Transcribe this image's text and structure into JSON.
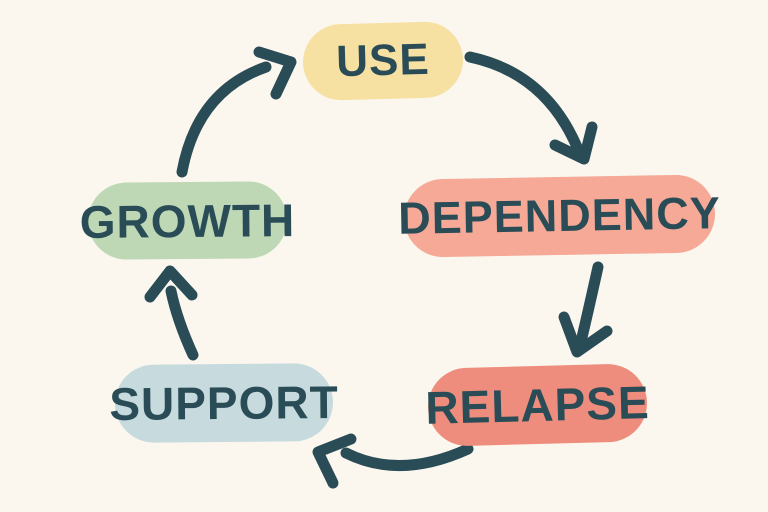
{
  "diagram": {
    "title": "cycle-of-use-diagram",
    "background": "#FBF7EF",
    "ink_color": "#2A4C56",
    "nodes": [
      {
        "id": "use",
        "label": "USE",
        "color": "#F6E1A2"
      },
      {
        "id": "dependency",
        "label": "DEPENDENCY",
        "color": "#F5A996"
      },
      {
        "id": "relapse",
        "label": "RELAPSE",
        "color": "#EE8C7D"
      },
      {
        "id": "support",
        "label": "SUPPORT",
        "color": "#C7DBDE"
      },
      {
        "id": "growth",
        "label": "GROWTH",
        "color": "#BED8B5"
      }
    ],
    "edges": [
      {
        "from": "use",
        "to": "dependency"
      },
      {
        "from": "dependency",
        "to": "relapse"
      },
      {
        "from": "relapse",
        "to": "support"
      },
      {
        "from": "support",
        "to": "growth"
      },
      {
        "from": "growth",
        "to": "use"
      }
    ]
  }
}
